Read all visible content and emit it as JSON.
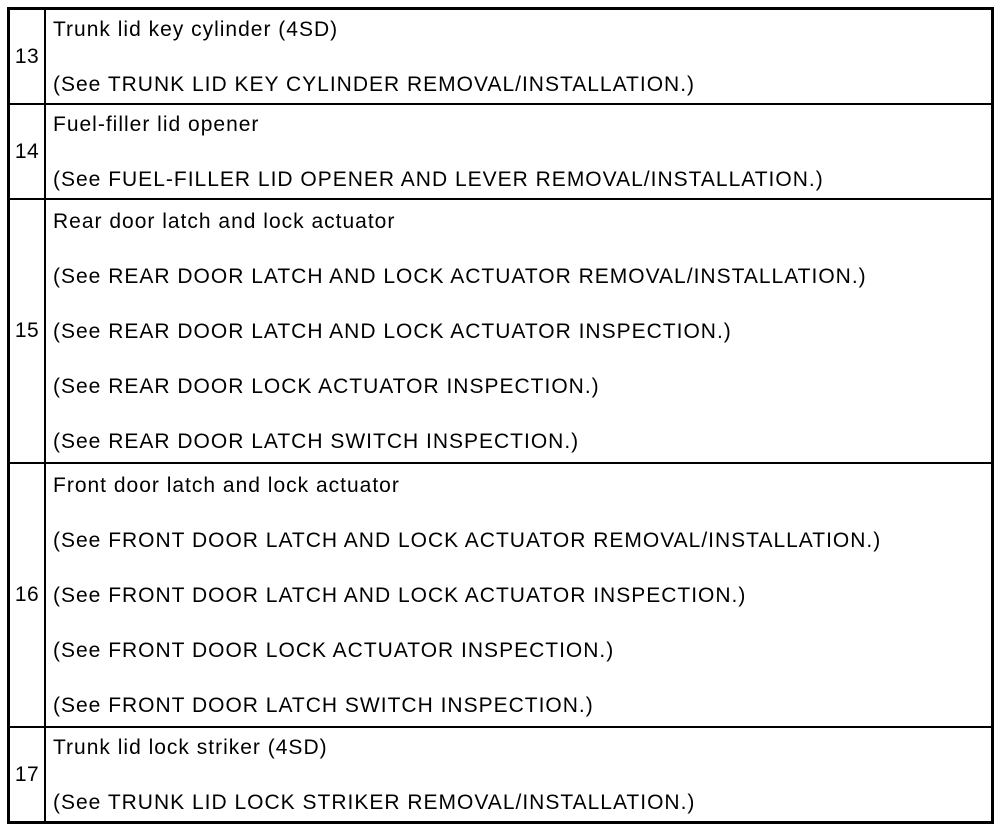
{
  "document": {
    "kind": "workshop-manual-parts-index-table",
    "colors": {
      "border": "#000000",
      "background": "#ffffff",
      "text": "#000000"
    },
    "table": {
      "columns": [
        "item-number",
        "description"
      ],
      "rows": [
        {
          "number": "13",
          "lines": [
            "Trunk lid key cylinder (4SD)",
            "(See TRUNK LID KEY CYLINDER REMOVAL/INSTALLATION.)"
          ]
        },
        {
          "number": "14",
          "lines": [
            "Fuel-filler lid opener",
            "(See FUEL-FILLER LID OPENER AND LEVER REMOVAL/INSTALLATION.)"
          ]
        },
        {
          "number": "15",
          "lines": [
            "Rear door latch and lock actuator",
            "(See REAR DOOR LATCH AND LOCK ACTUATOR REMOVAL/INSTALLATION.)",
            "(See REAR DOOR LATCH AND LOCK ACTUATOR INSPECTION.)",
            "(See REAR DOOR LOCK ACTUATOR INSPECTION.)",
            "(See REAR DOOR LATCH SWITCH INSPECTION.)"
          ]
        },
        {
          "number": "16",
          "lines": [
            "Front door latch and lock actuator",
            "(See FRONT DOOR LATCH AND LOCK ACTUATOR REMOVAL/INSTALLATION.)",
            "(See FRONT DOOR LATCH AND LOCK ACTUATOR INSPECTION.)",
            "(See FRONT DOOR LOCK ACTUATOR INSPECTION.)",
            "(See FRONT DOOR LATCH SWITCH INSPECTION.)"
          ]
        },
        {
          "number": "17",
          "lines": [
            "Trunk lid lock striker (4SD)",
            "(See TRUNK LID LOCK STRIKER REMOVAL/INSTALLATION.)"
          ]
        }
      ]
    }
  }
}
